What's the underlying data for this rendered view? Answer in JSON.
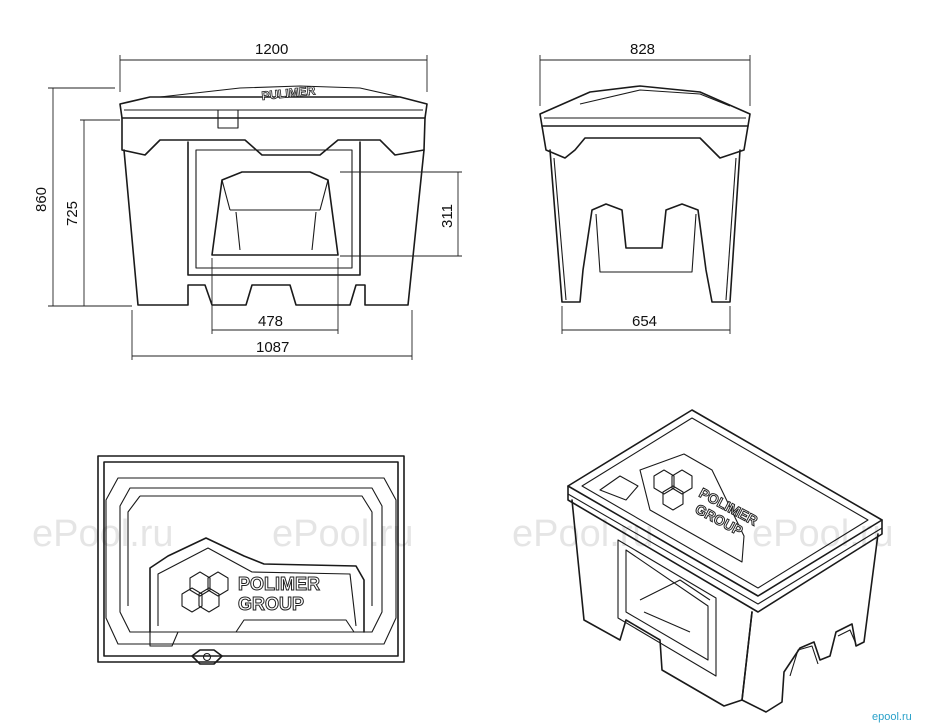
{
  "dimensions": {
    "front_width_top": "1200",
    "front_width_bottom": "1087",
    "front_height_total": "860",
    "front_height_body": "725",
    "front_opening_height": "311",
    "front_opening_width": "478",
    "side_width_top": "828",
    "side_width_bottom": "654"
  },
  "logo": {
    "line1": "POLIMER",
    "line2": "GROUP",
    "lid_mirrored": "PULIMER"
  },
  "watermarks": [
    "ePool.ru",
    "ePool.ru",
    "ePool.ru",
    "ePool.ru"
  ],
  "corner_watermark": "epool.ru"
}
